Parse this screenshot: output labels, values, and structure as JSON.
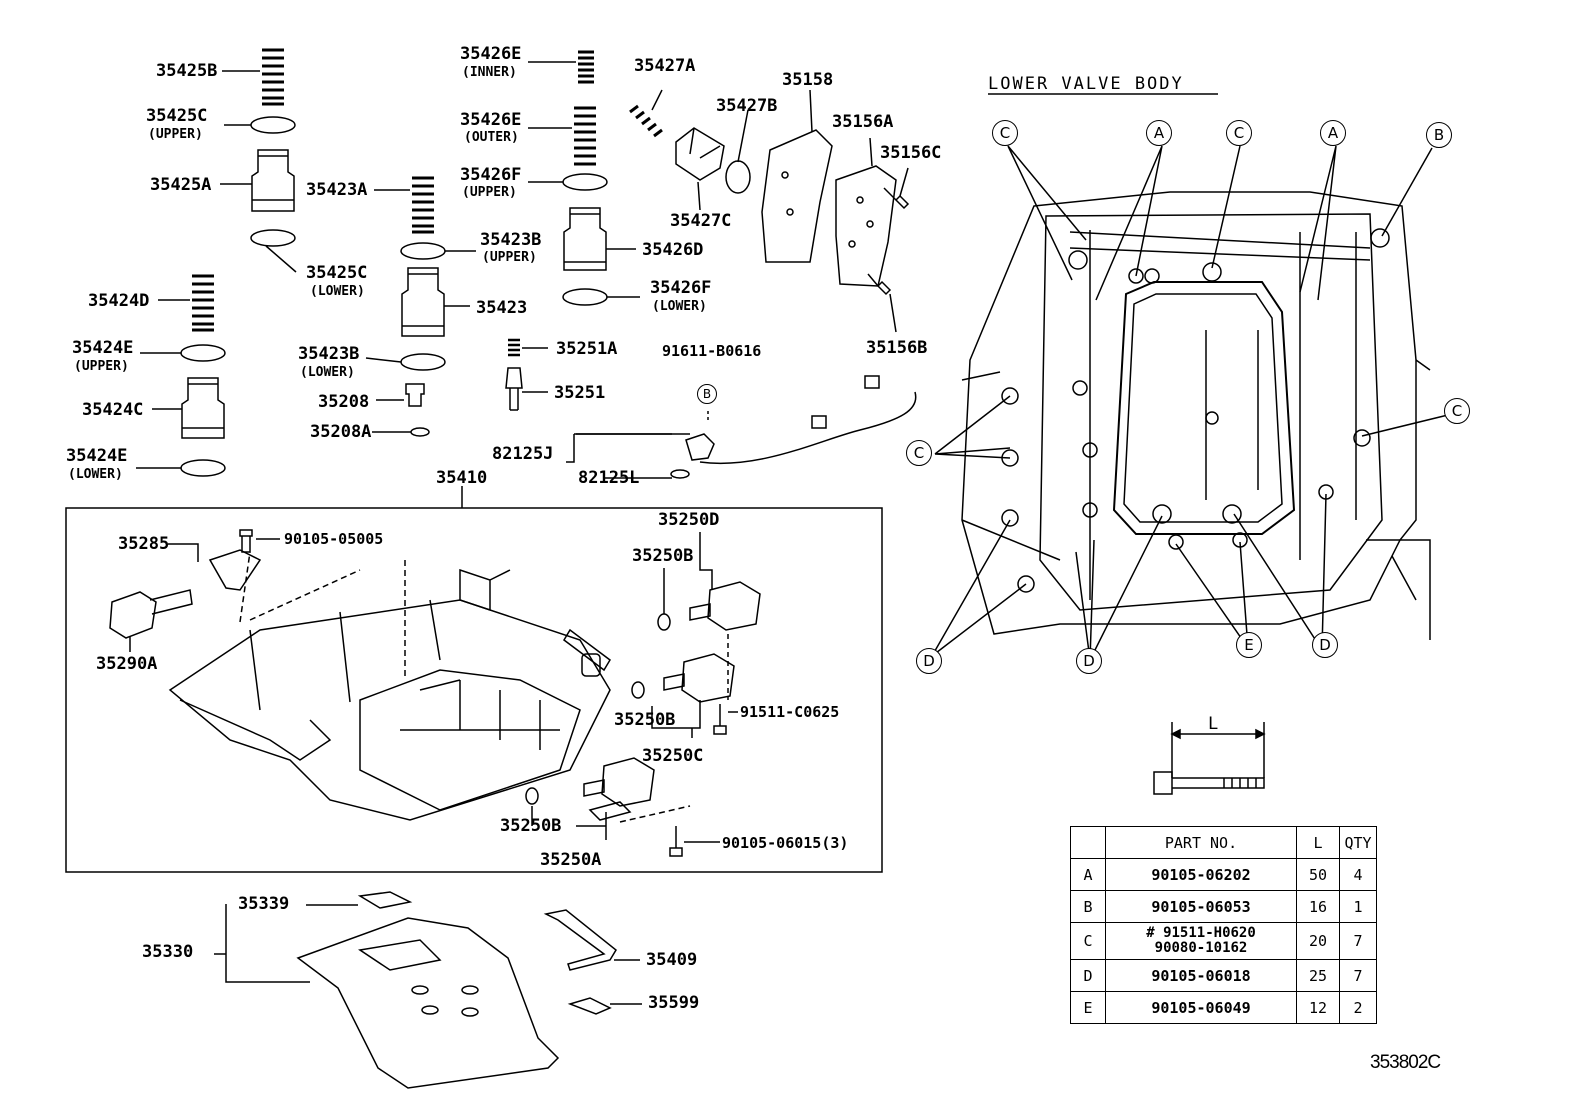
{
  "labels": {
    "p35425B": "35425B",
    "p35425C_upper": "35425C",
    "p35425C_upper_sub": "(UPPER)",
    "p35425A": "35425A",
    "p35425C_lower": "35425C",
    "p35425C_lower_sub": "(LOWER)",
    "p35424D": "35424D",
    "p35424E_upper": "35424E",
    "p35424E_upper_sub": "(UPPER)",
    "p35424C": "35424C",
    "p35424E_lower": "35424E",
    "p35424E_lower_sub": "(LOWER)",
    "p35426E_inner": "35426E",
    "p35426E_inner_sub": "(INNER)",
    "p35426E_outer": "35426E",
    "p35426E_outer_sub": "(OUTER)",
    "p35426F_upper": "35426F",
    "p35426F_upper_sub": "(UPPER)",
    "p35423A": "35423A",
    "p35423B_upper": "35423B",
    "p35423B_upper_sub": "(UPPER)",
    "p35426D": "35426D",
    "p35426F_lower": "35426F",
    "p35426F_lower_sub": "(LOWER)",
    "p35423": "35423",
    "p35423B_lower": "35423B",
    "p35423B_lower_sub": "(LOWER)",
    "p35427A": "35427A",
    "p35427B": "35427B",
    "p35427C": "35427C",
    "p35158": "35158",
    "p35156A": "35156A",
    "p35156C": "35156C",
    "p35156B": "35156B",
    "p35251A": "35251A",
    "p35251": "35251",
    "p91611": "91611-B0616",
    "p35208": "35208",
    "p35208A": "35208A",
    "p82125J": "82125J",
    "p82125L": "82125L",
    "p35410": "35410",
    "p35285": "35285",
    "p90105_05005": "90105-05005",
    "p35290A": "35290A",
    "p35250D": "35250D",
    "p35250B_1": "35250B",
    "p35250B_2": "35250B",
    "p35250C": "35250C",
    "p91511": "91511-C0625",
    "p35250B_3": "35250B",
    "p35250A": "35250A",
    "p90105_06015": "90105-06015(3)",
    "p35339": "35339",
    "p35330": "35330",
    "p35409": "35409",
    "p35599": "35599"
  },
  "callout_letters": {
    "a": "A",
    "b": "B",
    "c": "C",
    "d": "D",
    "e": "E"
  },
  "lower_valve_body_title": "LOWER VALVE BODY",
  "bolt_length_label": "L",
  "bolt_table": {
    "headers": [
      "",
      "PART NO.",
      "L",
      "QTY"
    ],
    "rows": [
      {
        "key": "A",
        "part": "90105-06202",
        "length": "50",
        "qty": "4"
      },
      {
        "key": "B",
        "part": "90105-06053",
        "length": "16",
        "qty": "1"
      },
      {
        "key": "C",
        "part_marker": "#",
        "part": "91511-H0620",
        "part_alt": "90080-10162",
        "length": "20",
        "qty": "7"
      },
      {
        "key": "D",
        "part": "90105-06018",
        "length": "25",
        "qty": "7"
      },
      {
        "key": "E",
        "part": "90105-06049",
        "length": "12",
        "qty": "2"
      }
    ]
  },
  "drawing_code": "353802C"
}
